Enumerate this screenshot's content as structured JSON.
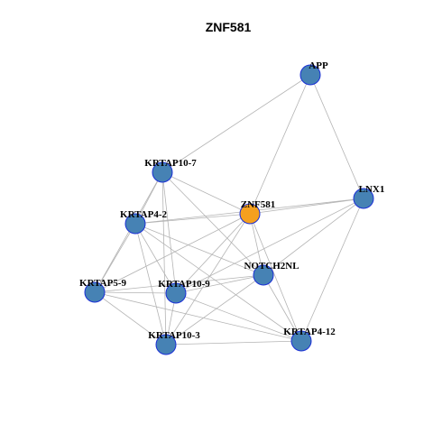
{
  "title": "ZNF581",
  "colors": {
    "default_node": "#4682b4",
    "focus_node": "#f5a01e",
    "node_border": "#1a2fd6",
    "edge": "#b4b4b4"
  },
  "nodes": [
    {
      "id": "APP",
      "label": "APP",
      "focus": false
    },
    {
      "id": "KRTAP10-7",
      "label": "KRTAP10-7",
      "focus": false
    },
    {
      "id": "LNX1",
      "label": "LNX1",
      "focus": false
    },
    {
      "id": "ZNF581",
      "label": "ZNF581",
      "focus": true
    },
    {
      "id": "KRTAP4-2",
      "label": "KRTAP4-2",
      "focus": false
    },
    {
      "id": "NOTCH2NL",
      "label": "NOTCH2NL",
      "focus": false
    },
    {
      "id": "KRTAP5-9",
      "label": "KRTAP5-9",
      "focus": false
    },
    {
      "id": "KRTAP10-9",
      "label": "KRTAP10-9",
      "focus": false
    },
    {
      "id": "KRTAP10-3",
      "label": "KRTAP10-3",
      "focus": false
    },
    {
      "id": "KRTAP4-12",
      "label": "KRTAP4-12",
      "focus": false
    }
  ],
  "edges": [
    [
      "APP",
      "KRTAP10-7"
    ],
    [
      "APP",
      "ZNF581"
    ],
    [
      "APP",
      "LNX1"
    ],
    [
      "KRTAP10-7",
      "KRTAP4-2"
    ],
    [
      "KRTAP10-7",
      "KRTAP5-9"
    ],
    [
      "KRTAP10-7",
      "KRTAP10-9"
    ],
    [
      "KRTAP10-7",
      "KRTAP10-3"
    ],
    [
      "KRTAP10-7",
      "ZNF581"
    ],
    [
      "KRTAP10-7",
      "NOTCH2NL"
    ],
    [
      "LNX1",
      "ZNF581"
    ],
    [
      "LNX1",
      "KRTAP4-2"
    ],
    [
      "LNX1",
      "NOTCH2NL"
    ],
    [
      "LNX1",
      "KRTAP4-12"
    ],
    [
      "LNX1",
      "KRTAP10-9"
    ],
    [
      "ZNF581",
      "KRTAP4-2"
    ],
    [
      "ZNF581",
      "KRTAP5-9"
    ],
    [
      "ZNF581",
      "KRTAP10-9"
    ],
    [
      "ZNF581",
      "KRTAP10-3"
    ],
    [
      "ZNF581",
      "NOTCH2NL"
    ],
    [
      "ZNF581",
      "KRTAP4-12"
    ],
    [
      "KRTAP4-2",
      "KRTAP5-9"
    ],
    [
      "KRTAP4-2",
      "KRTAP10-9"
    ],
    [
      "KRTAP4-2",
      "KRTAP10-3"
    ],
    [
      "KRTAP4-2",
      "NOTCH2NL"
    ],
    [
      "KRTAP4-2",
      "KRTAP4-12"
    ],
    [
      "NOTCH2NL",
      "KRTAP5-9"
    ],
    [
      "NOTCH2NL",
      "KRTAP10-9"
    ],
    [
      "NOTCH2NL",
      "KRTAP10-3"
    ],
    [
      "NOTCH2NL",
      "KRTAP4-12"
    ],
    [
      "KRTAP5-9",
      "KRTAP10-9"
    ],
    [
      "KRTAP5-9",
      "KRTAP10-3"
    ],
    [
      "KRTAP5-9",
      "KRTAP4-12"
    ],
    [
      "KRTAP10-9",
      "KRTAP10-3"
    ],
    [
      "KRTAP10-9",
      "KRTAP4-12"
    ],
    [
      "KRTAP10-3",
      "KRTAP4-12"
    ]
  ]
}
